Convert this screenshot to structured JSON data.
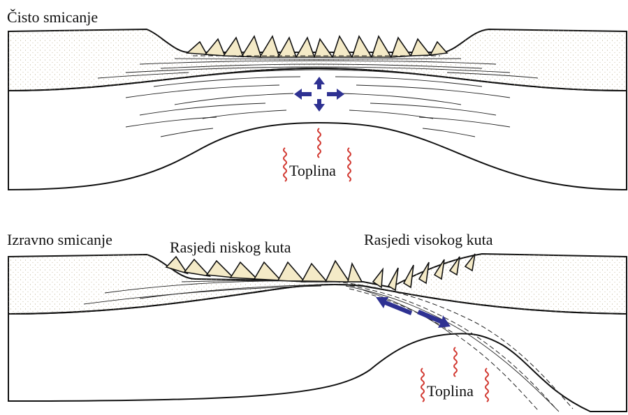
{
  "colors": {
    "sediment": "#f4eac7",
    "crust": "#cdbfbf",
    "outline": "#111111",
    "arrow": "#2e3192",
    "heat": "#d23a32"
  },
  "icons": {
    "stress": "four-way-arrow-icon",
    "heat": "wavy-heat-icon",
    "shear": "double-arrow-icon"
  },
  "panels": {
    "pure": {
      "title": "Čisto smicanje",
      "heat_label": "Toplina"
    },
    "simple": {
      "title": "Izravno smicanje",
      "low_angle_label": "Rasjedi niskog kuta",
      "high_angle_label": "Rasjedi visokog kuta",
      "heat_label": "Toplina"
    }
  }
}
